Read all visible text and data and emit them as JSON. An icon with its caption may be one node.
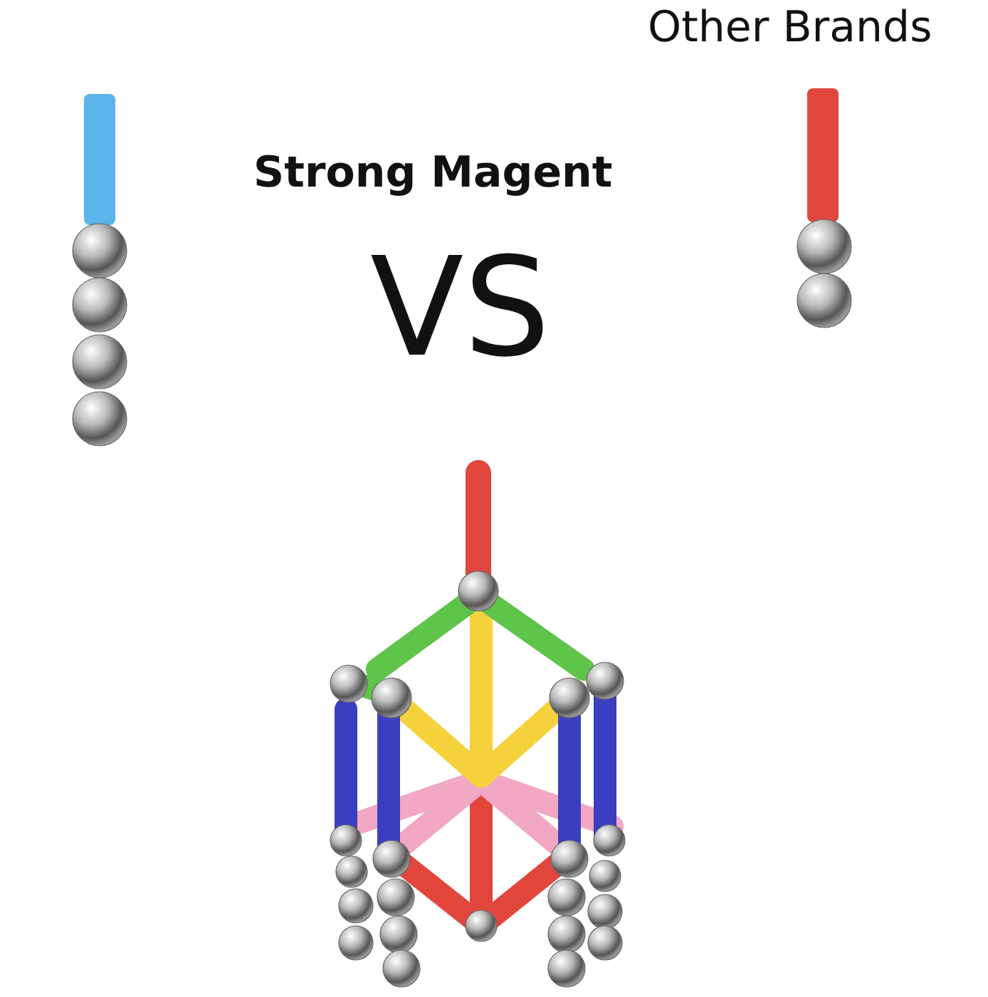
{
  "diagram": {
    "title": "Strong Magent",
    "labels": [
      "Other Brands",
      "VS"
    ]
  }
}
